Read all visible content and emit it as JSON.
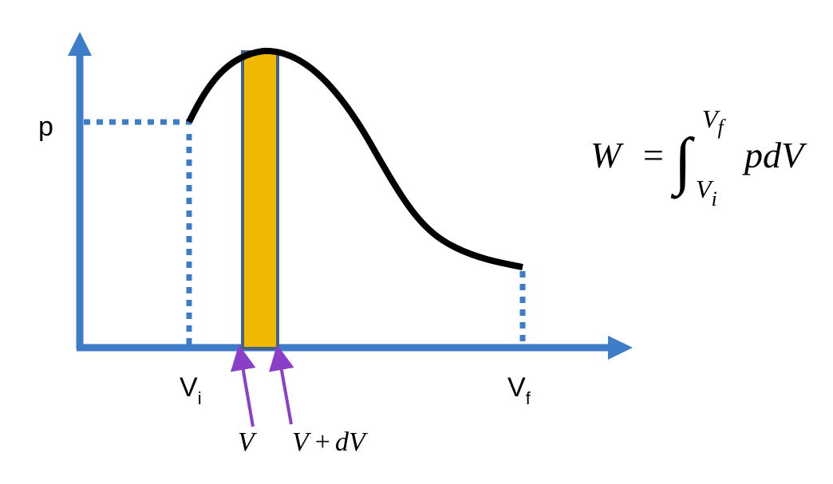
{
  "labels": {
    "p": "p",
    "vi_main": "V",
    "vi_sub": "i",
    "vf_main": "V",
    "vf_sub": "f",
    "v": "V",
    "v_plus": "V",
    "plus": "+",
    "dv": "dV"
  },
  "formula": {
    "lhs": "W",
    "equals": "=",
    "integral": "∫",
    "upper_main": "V",
    "upper_sub": "f",
    "lower_main": "V",
    "lower_sub": "i",
    "integrand": "pdV"
  },
  "colors": {
    "axis": "#3d7cc9",
    "curve": "#000000",
    "strip_fill": "#f0b800",
    "strip_stroke": "#44618a",
    "pointer": "#8a3fc8"
  }
}
